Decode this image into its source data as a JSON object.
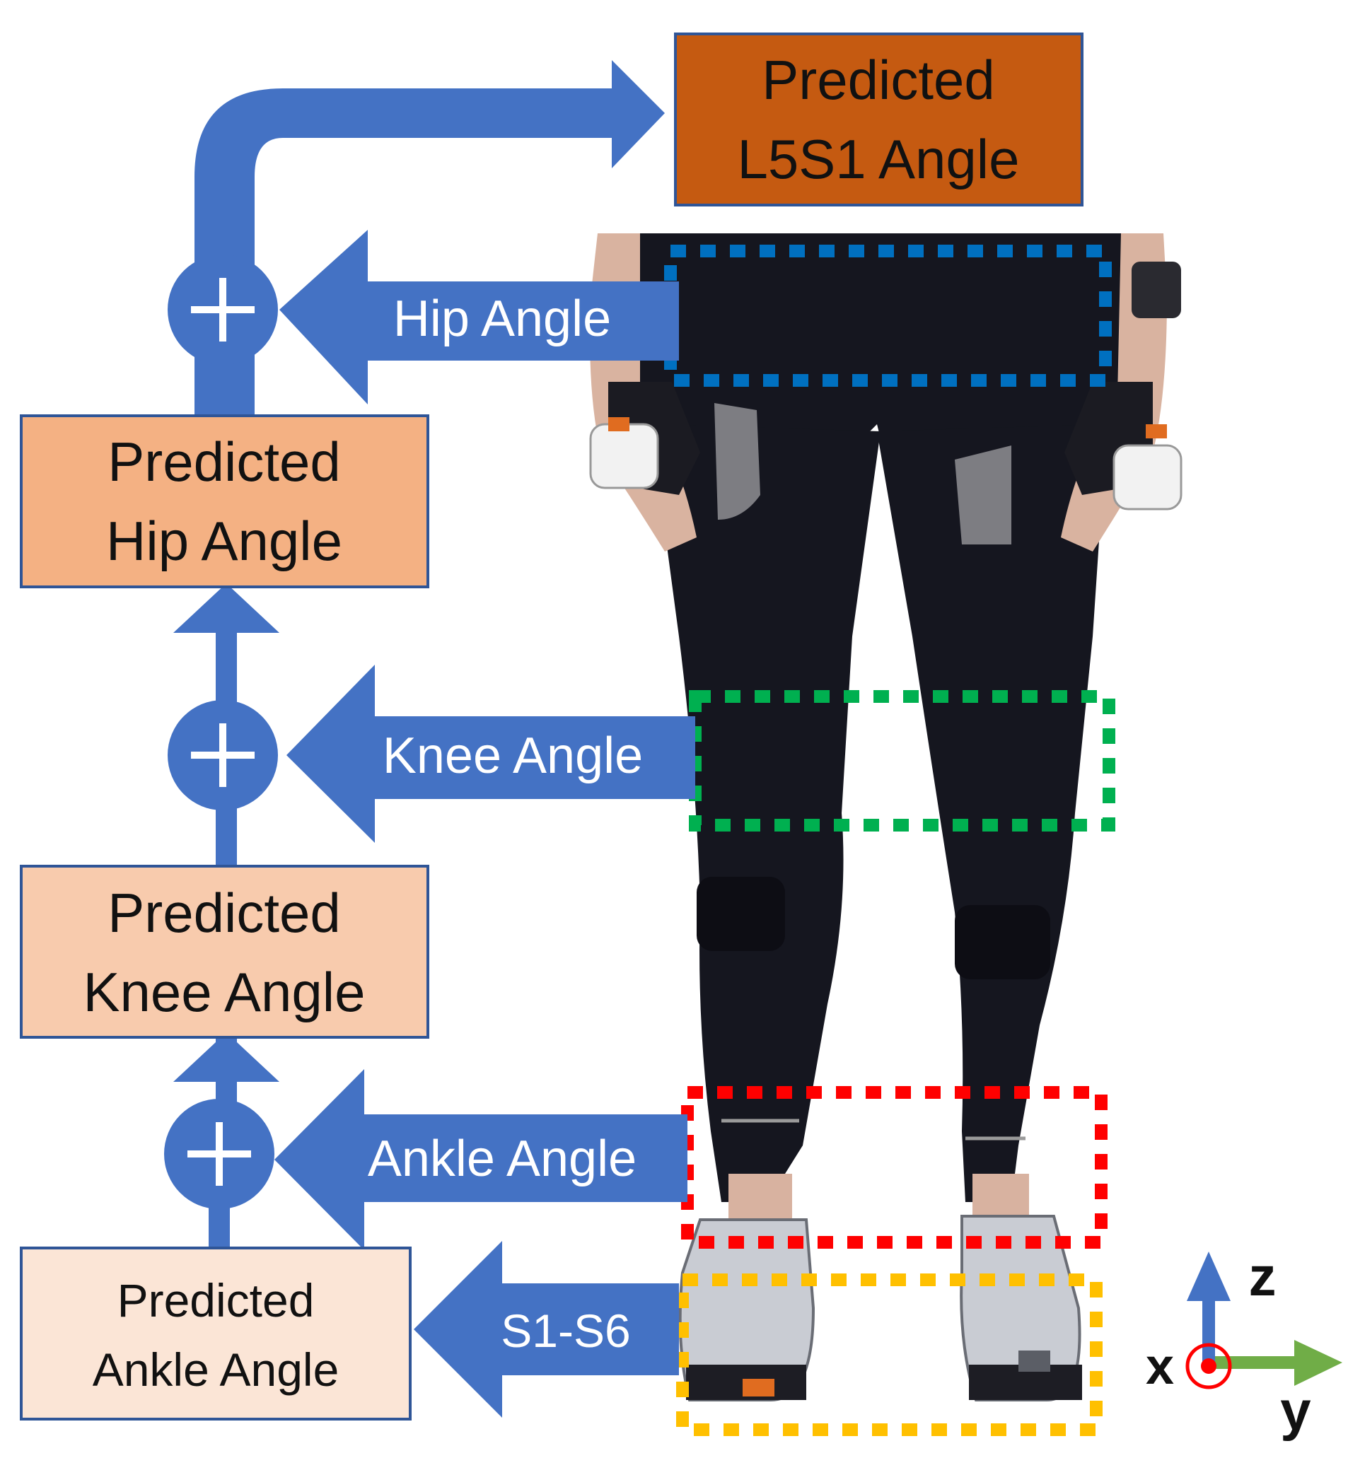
{
  "colors": {
    "arrow_blue": "#4472c4",
    "l5s1_box": "#c55a11",
    "hip_box": "#f4b183",
    "knee_box": "#f8cbad",
    "ankle_box": "#fbe5d6",
    "box_border": "#2f5597",
    "hip_region": "#0070c0",
    "knee_region": "#00b050",
    "ankle_region": "#ff0000",
    "foot_region": "#ffc000",
    "axis_z": "#4472c4",
    "axis_y": "#70ad47",
    "axis_x_marker": "#ff0000",
    "suit": "#15161f"
  },
  "boxes": {
    "l5s1": {
      "line1": "Predicted",
      "line2": "L5S1 Angle"
    },
    "hip": {
      "line1": "Predicted",
      "line2": "Hip Angle"
    },
    "knee": {
      "line1": "Predicted",
      "line2": "Knee Angle"
    },
    "ankle": {
      "line1": "Predicted",
      "line2": "Ankle Angle"
    }
  },
  "arrows": {
    "hip": "Hip Angle",
    "knee": "Knee Angle",
    "ankle": "Ankle Angle",
    "sensors": "S1-S6"
  },
  "axes": {
    "z": "z",
    "y": "y",
    "x": "x"
  },
  "icons": {
    "sum_junction": "plus-circle-icon",
    "axes": "coordinate-axes-icon"
  }
}
